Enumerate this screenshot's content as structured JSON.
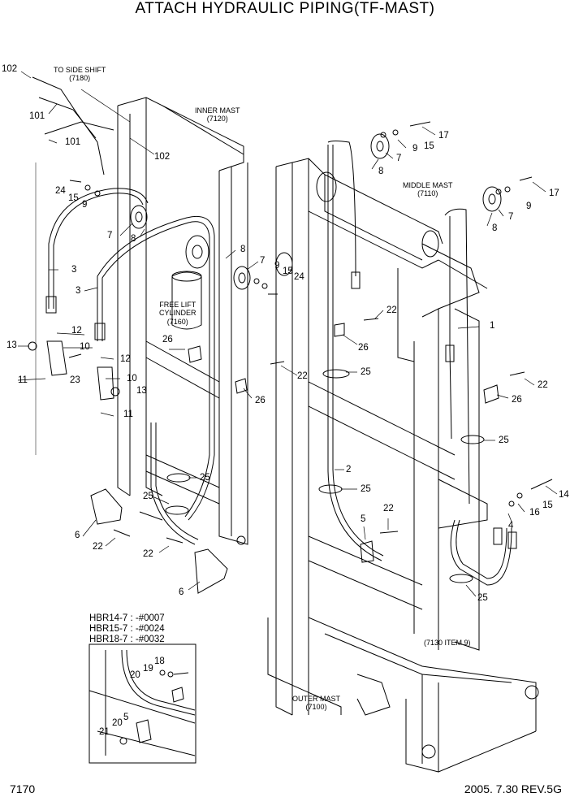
{
  "title": "ATTACH HYDRAULIC PIPING(TF-MAST)",
  "notes": {
    "to_side_shift": "TO SIDE SHIFT",
    "to_side_shift_ref": "(7180)",
    "inner_mast": "INNER MAST",
    "inner_mast_ref": "(7120)",
    "middle_mast": "MIDDLE MAST",
    "middle_mast_ref": "(7110)",
    "free_lift_1": "FREE LIFT",
    "free_lift_2": "CYLINDER",
    "free_lift_ref": "(7160)",
    "outer_mast": "OUTER MAST",
    "outer_mast_ref": "(7100)",
    "item_ref": "(7130 ITEM 9)"
  },
  "inset": {
    "serials": [
      "HBR14-7 : -#0007",
      "HBR15-7 : -#0024",
      "HBR18-7 : -#0032"
    ]
  },
  "callouts": [
    "102",
    "101",
    "101",
    "102",
    "24",
    "15",
    "9",
    "3",
    "7",
    "8",
    "8",
    "7",
    "9",
    "15",
    "24",
    "3",
    "12",
    "10",
    "12",
    "13",
    "11",
    "23",
    "10",
    "13",
    "11",
    "26",
    "26",
    "25",
    "25",
    "6",
    "22",
    "22",
    "6",
    "17",
    "9",
    "15",
    "7",
    "8",
    "17",
    "9",
    "7",
    "8",
    "1",
    "22",
    "26",
    "22",
    "25",
    "26",
    "22",
    "25",
    "25",
    "2",
    "25",
    "14",
    "16",
    "15",
    "4",
    "5",
    "22",
    "25",
    "18",
    "19",
    "20",
    "5",
    "20",
    "21"
  ],
  "footer": {
    "page": "7170",
    "date_rev": "2005. 7.30 REV.5G"
  }
}
